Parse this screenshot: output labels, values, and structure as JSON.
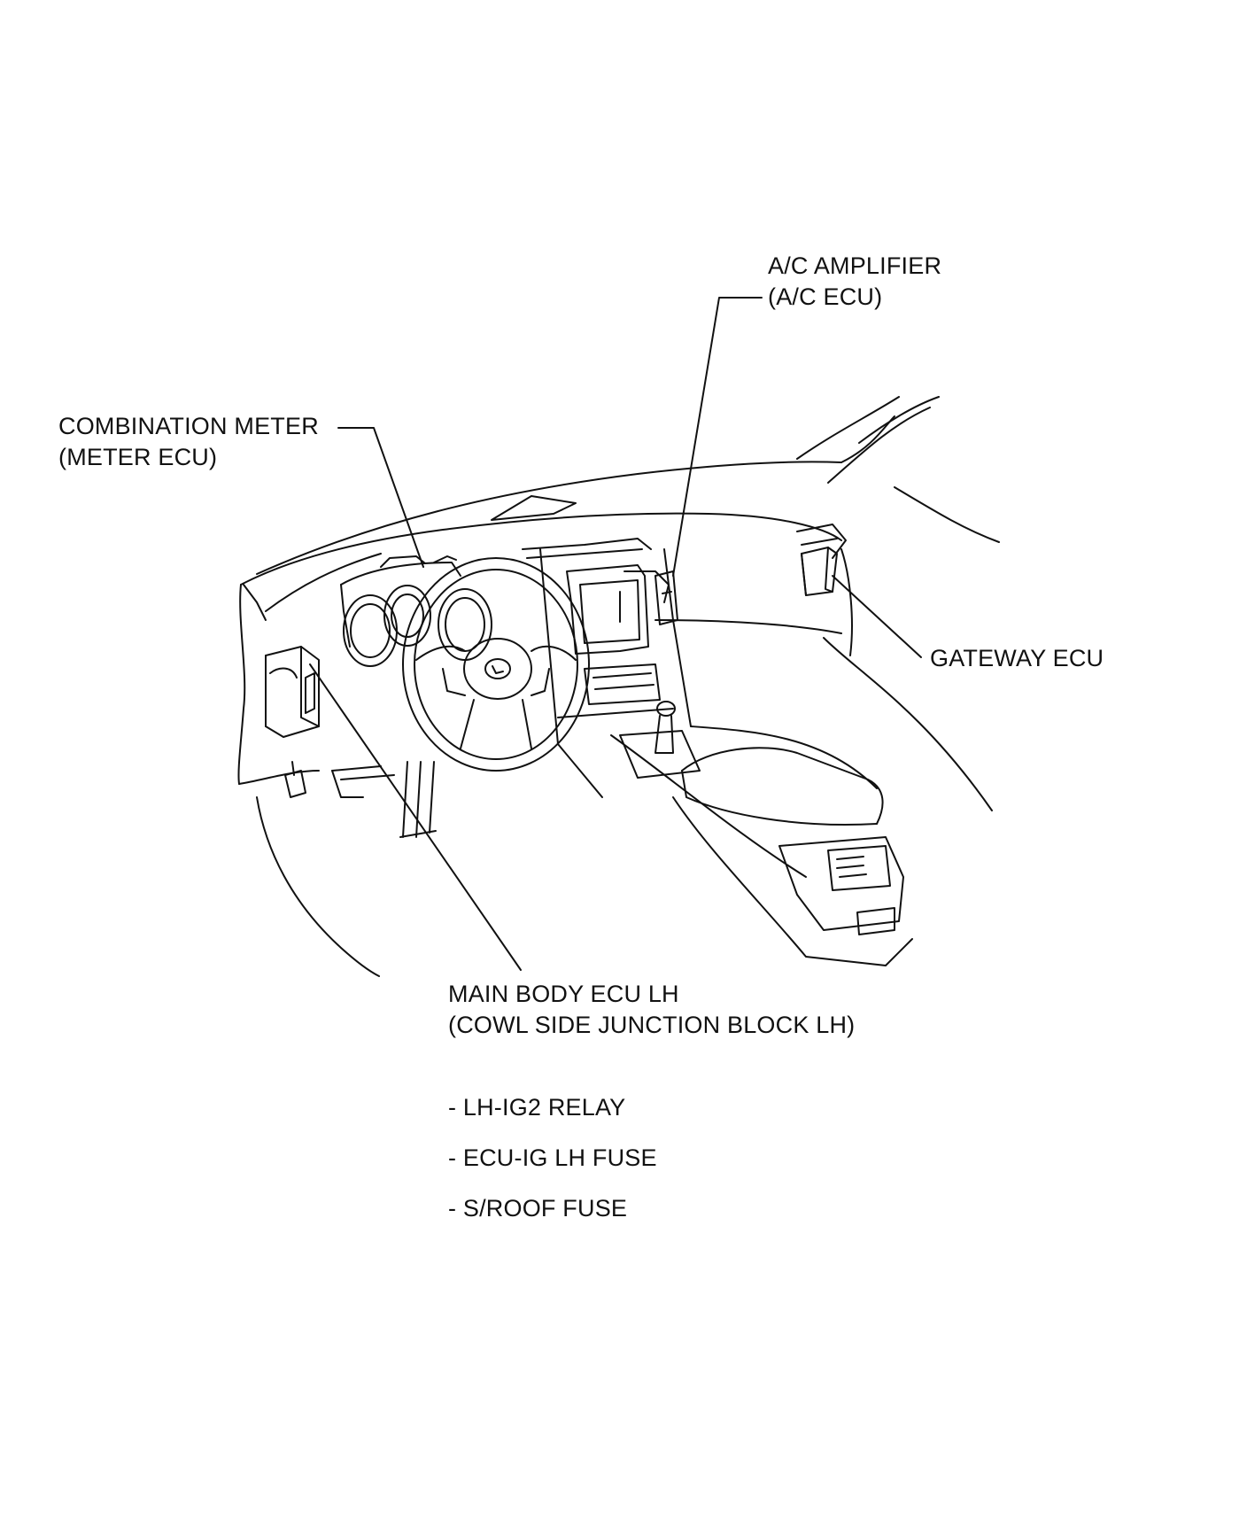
{
  "labels": {
    "ac_amplifier": {
      "line1": "A/C AMPLIFIER",
      "line2": "(A/C ECU)"
    },
    "combination_meter": {
      "line1": "COMBINATION METER",
      "line2": "(METER ECU)"
    },
    "gateway_ecu": "GATEWAY ECU",
    "main_body_ecu": {
      "line1": "MAIN BODY ECU LH",
      "line2": "(COWL SIDE JUNCTION BLOCK LH)"
    }
  },
  "components_list": [
    "- LH-IG2 RELAY",
    "- ECU-IG LH FUSE",
    "- S/ROOF FUSE"
  ],
  "colors": {
    "line": "#111111",
    "background": "#ffffff"
  }
}
